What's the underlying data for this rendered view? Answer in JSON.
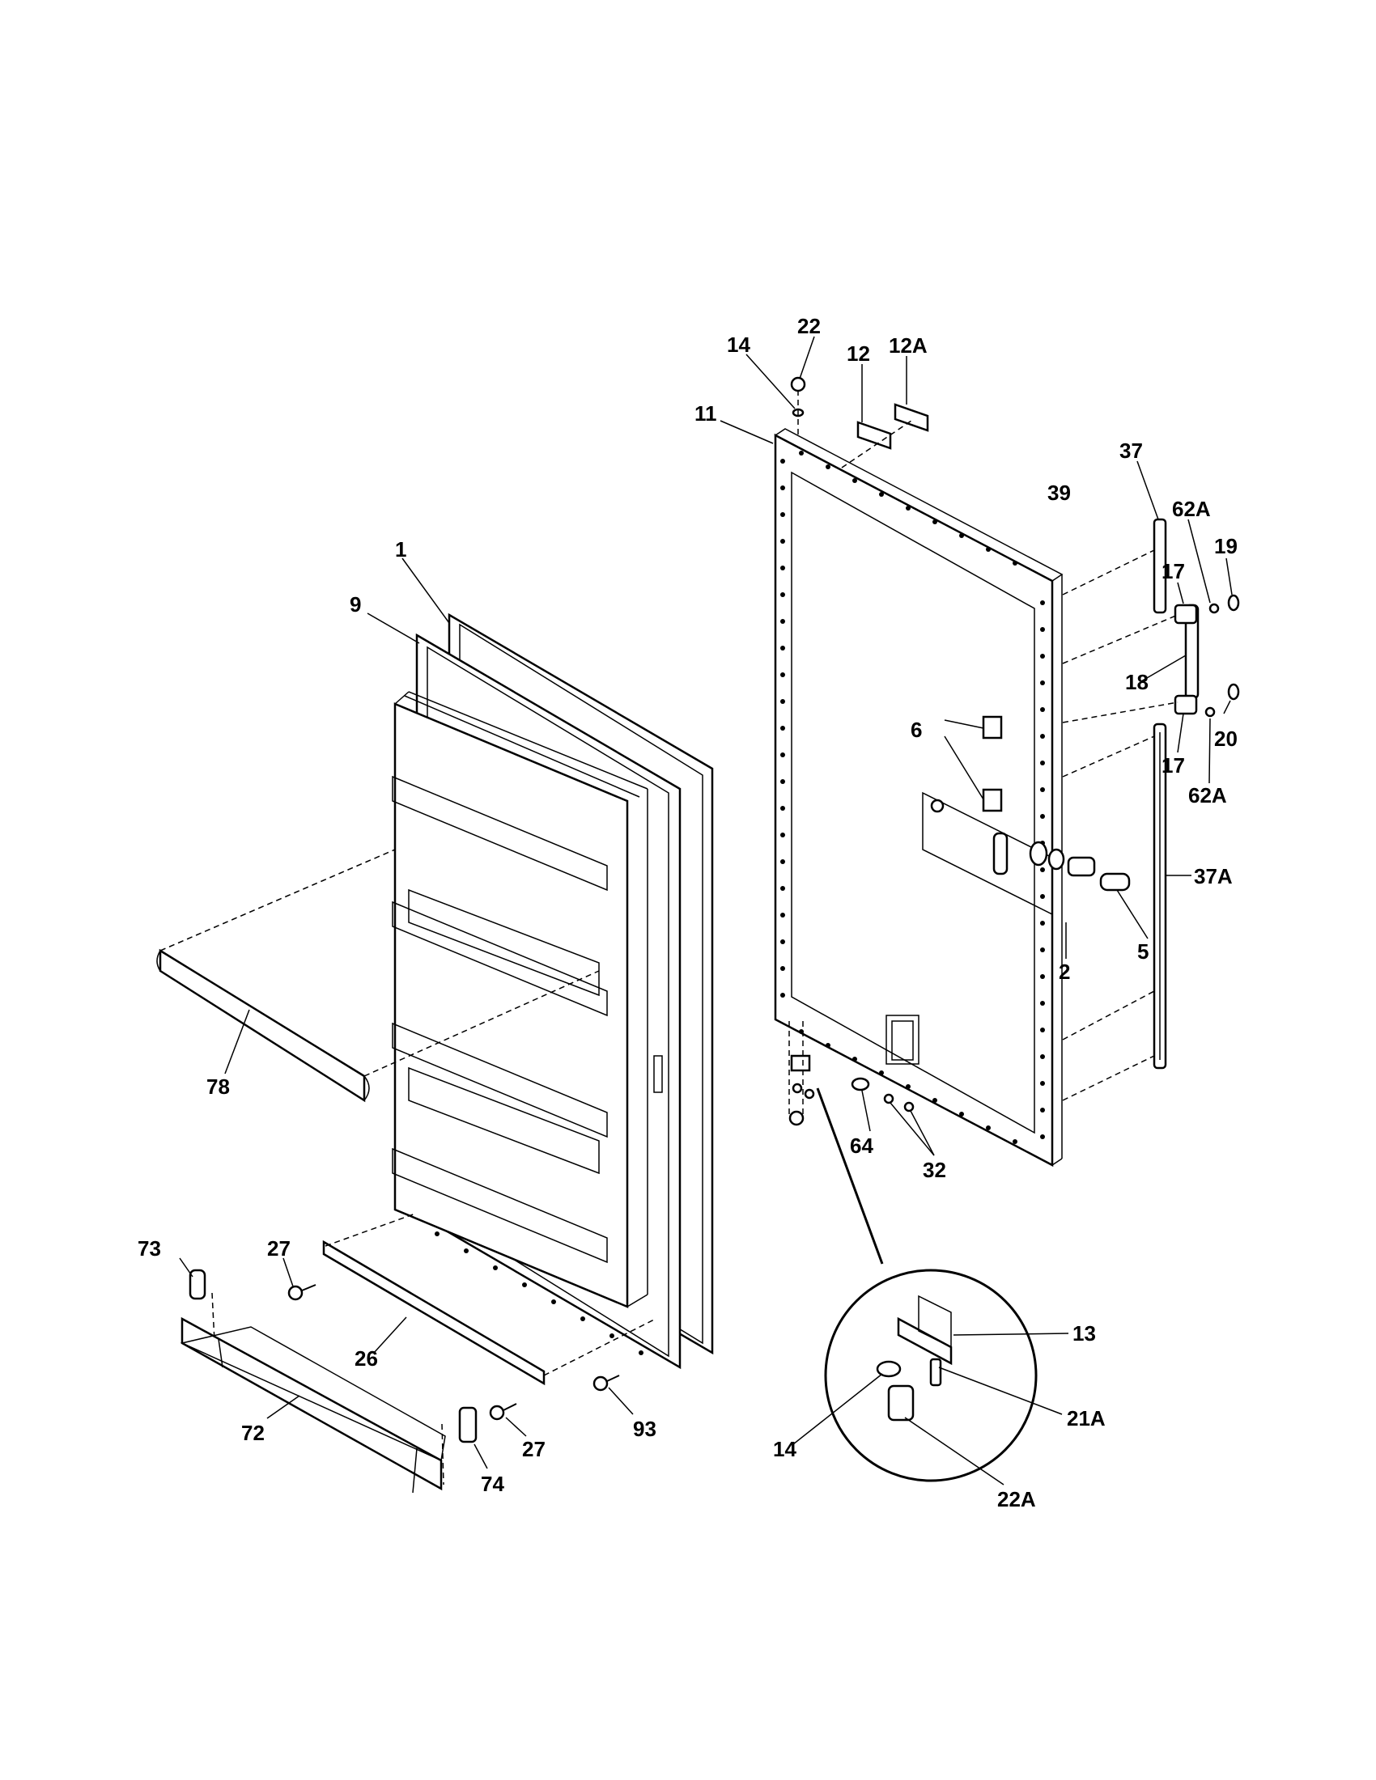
{
  "labels": {
    "p1": "1",
    "p2": "2",
    "p5": "5",
    "p6": "6",
    "p9": "9",
    "p11": "11",
    "p12": "12",
    "p12a": "12A",
    "p13": "13",
    "p14_top": "14",
    "p14_detail": "14",
    "p17_upper": "17",
    "p17_lower": "17",
    "p18": "18",
    "p19": "19",
    "p20": "20",
    "p21a": "21A",
    "p22": "22",
    "p22a": "22A",
    "p26": "26",
    "p27_upper": "27",
    "p27_lower": "27",
    "p32": "32",
    "p37": "37",
    "p37a": "37A",
    "p39": "39",
    "p62a_upper": "62A",
    "p62a_lower": "62A",
    "p64": "64",
    "p72": "72",
    "p73": "73",
    "p74": "74",
    "p78": "78",
    "p93": "93"
  }
}
